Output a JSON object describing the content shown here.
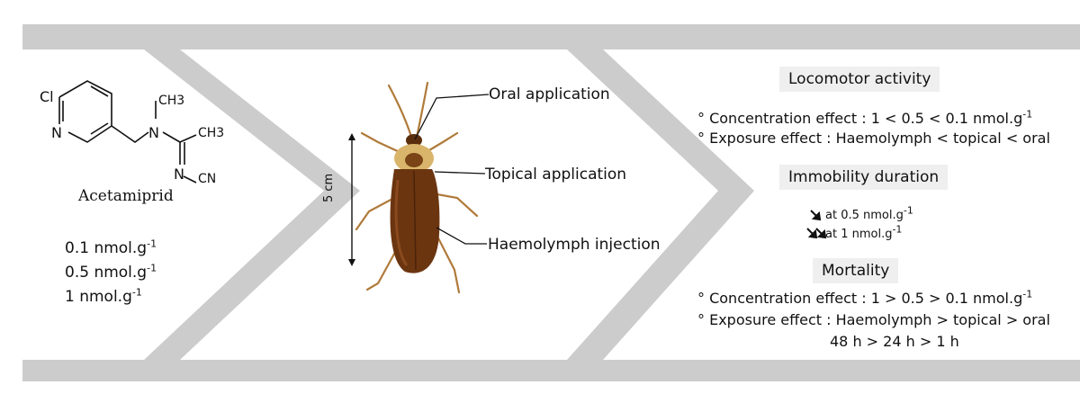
{
  "compound": {
    "name": "Acetamiprid",
    "atoms": {
      "cl": "Cl",
      "n_ring": "N",
      "n_amine": "N",
      "ch3_top": "CH3",
      "ch3_right": "CH3",
      "n_imine": "N",
      "cn": "CN"
    },
    "doses": [
      {
        "value": "0.1 nmol.g",
        "exp": "-1"
      },
      {
        "value": "0.5 nmol.g",
        "exp": "-1"
      },
      {
        "value": "1 nmol.g",
        "exp": "-1"
      }
    ]
  },
  "insect": {
    "scale_label": "5 cm",
    "labels": {
      "oral": "Oral application",
      "topical": "Topical application",
      "haemolymph": "Haemolymph injection"
    }
  },
  "results": {
    "locomotor": {
      "title": "Locomotor activity",
      "concentration": "° Concentration effect : 1 < 0.5 < 0.1 nmol.g",
      "concentration_exp": "-1",
      "exposure": "° Exposure effect : Haemolymph < topical < oral"
    },
    "immobility": {
      "title": "Immobility duration",
      "line1": "at 0.5 nmol.g",
      "line1_exp": "-1",
      "line2": "at 1 nmol.g",
      "line2_exp": "-1"
    },
    "mortality": {
      "title": "Mortality",
      "concentration": "° Concentration effect : 1 > 0.5 > 0.1 nmol.g",
      "concentration_exp": "-1",
      "exposure": "° Exposure effect : Haemolymph > topical > oral",
      "time": "48 h > 24 h > 1 h"
    }
  },
  "colors": {
    "band": "#cccccc",
    "pill": "#efefef",
    "body": "#6b3510",
    "pronotum": "#d9b56b"
  }
}
